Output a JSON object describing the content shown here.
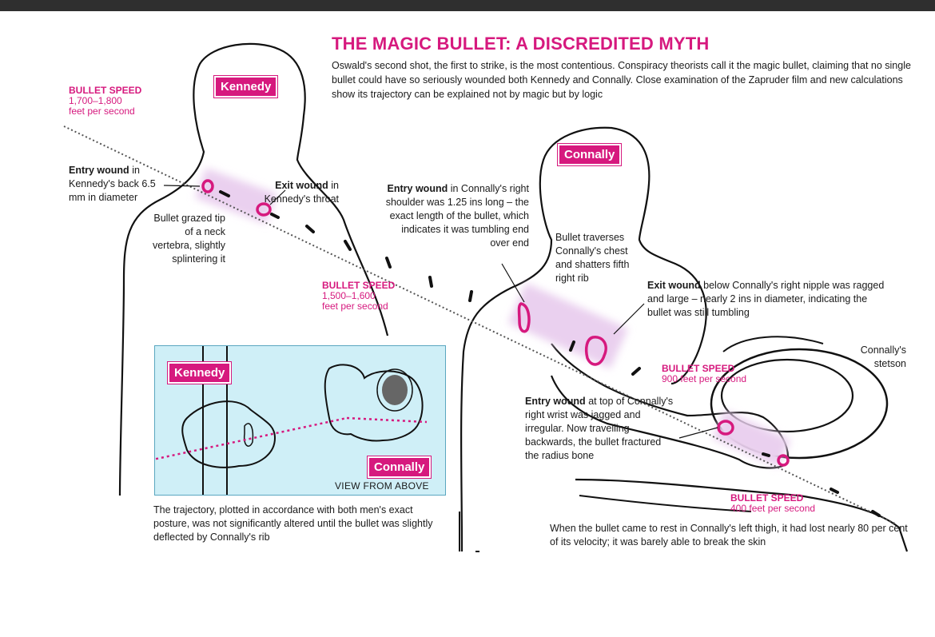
{
  "title": "THE MAGIC BULLET: A DISCREDITED MYTH",
  "intro": "Oswald's second shot, the first to strike, is the most contentious. Conspiracy theorists call it the magic bullet, claiming that no single bullet could have so seriously wounded both Kennedy and Connally. Close examination of the Zapruder film and new calculations show its trajectory can be explained not by magic but by logic",
  "labels": {
    "kennedy": "Kennedy",
    "connally": "Connally"
  },
  "speeds": [
    {
      "heading": "BULLET SPEED",
      "value": "1,700–1,800",
      "unit": "feet per second"
    },
    {
      "heading": "BULLET SPEED",
      "value": "1,500–1,600",
      "unit": "feet per second"
    },
    {
      "heading": "BULLET SPEED",
      "value": "900 feet per second"
    },
    {
      "heading": "BULLET SPEED",
      "value": "400 feet per second"
    }
  ],
  "annotations": {
    "entry_kennedy": {
      "bold": "Entry wound",
      "rest": "in Kennedy's back 6.5 mm in diameter"
    },
    "exit_kennedy": {
      "bold": "Exit wound",
      "rest": "in Kennedy's throat"
    },
    "vertebra": "Bullet grazed tip of a neck vertebra, slightly splintering it",
    "entry_connally": {
      "bold": "Entry wound",
      "rest": "in Connally's right shoulder was 1.25 ins long – the exact length of the bullet, which indicates it was tumbling end over end"
    },
    "chest": "Bullet traverses Connally's chest and shatters fifth right rib",
    "exit_connally": {
      "bold": "Exit wound",
      "rest": "below Connally's right nipple was ragged and large – nearly 2 ins in diameter, indicating the bullet was still tumbling"
    },
    "stetson": "Connally's stetson",
    "entry_wrist": {
      "bold": "Entry wound",
      "rest": "at top of Connally's right wrist was jagged and irregular. Now travelling backwards, the bullet fractured the radius bone"
    },
    "trajectory": "The trajectory, plotted in accordance with both men's exact posture, was not significantly altered until the bullet was slightly deflected by Connally's rib",
    "rest": "When the bullet came to rest in Connally's left thigh, it had lost nearly 80 per cent of its velocity; it was barely able to break the skin"
  },
  "inset": {
    "view_label": "VIEW FROM ABOVE"
  },
  "colors": {
    "accent": "#d6197e",
    "inset_bg": "#cfeff7",
    "wound_glow": "#ead0ef"
  }
}
